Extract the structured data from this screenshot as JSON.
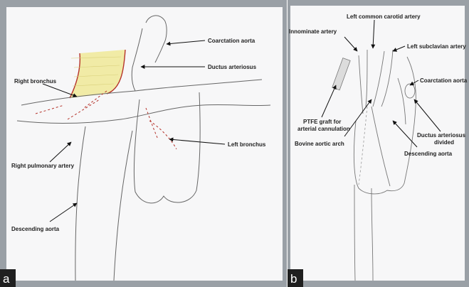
{
  "figure": {
    "panel_a": {
      "letter": "a",
      "labels": {
        "coarctation_aorta": "Coarctation aorta",
        "ductus_arteriosus": "Ductus arteriosus",
        "right_bronchus": "Right bronchus",
        "left_bronchus": "Left bronchus",
        "right_pulmonary_artery": "Right pulmonary artery",
        "descending_aorta": "Descending aorta"
      }
    },
    "panel_b": {
      "letter": "b",
      "labels": {
        "left_common_carotid_artery": "Left common carotid artery",
        "innominate_artery": "Innominate artery",
        "left_subclavian_artery": "Left subclavian artery",
        "coarctation_aorta": "Coarctation aorta",
        "ptfe_graft_line1": "PTFE graft for",
        "ptfe_graft_line2": "arterial cannulation",
        "bovine_aortic_arch": "Bovine aortic arch",
        "ductus_arteriosus_line1": "Ductus arteriosus",
        "ductus_arteriosus_line2": "divided",
        "descending_aorta": "Descending aorta"
      }
    },
    "colors": {
      "bronchus_fill": "#f1eba6",
      "bronchus_outline": "#b5322a",
      "paper": "#f7f7f8",
      "frame": "#9aa0a6"
    }
  }
}
